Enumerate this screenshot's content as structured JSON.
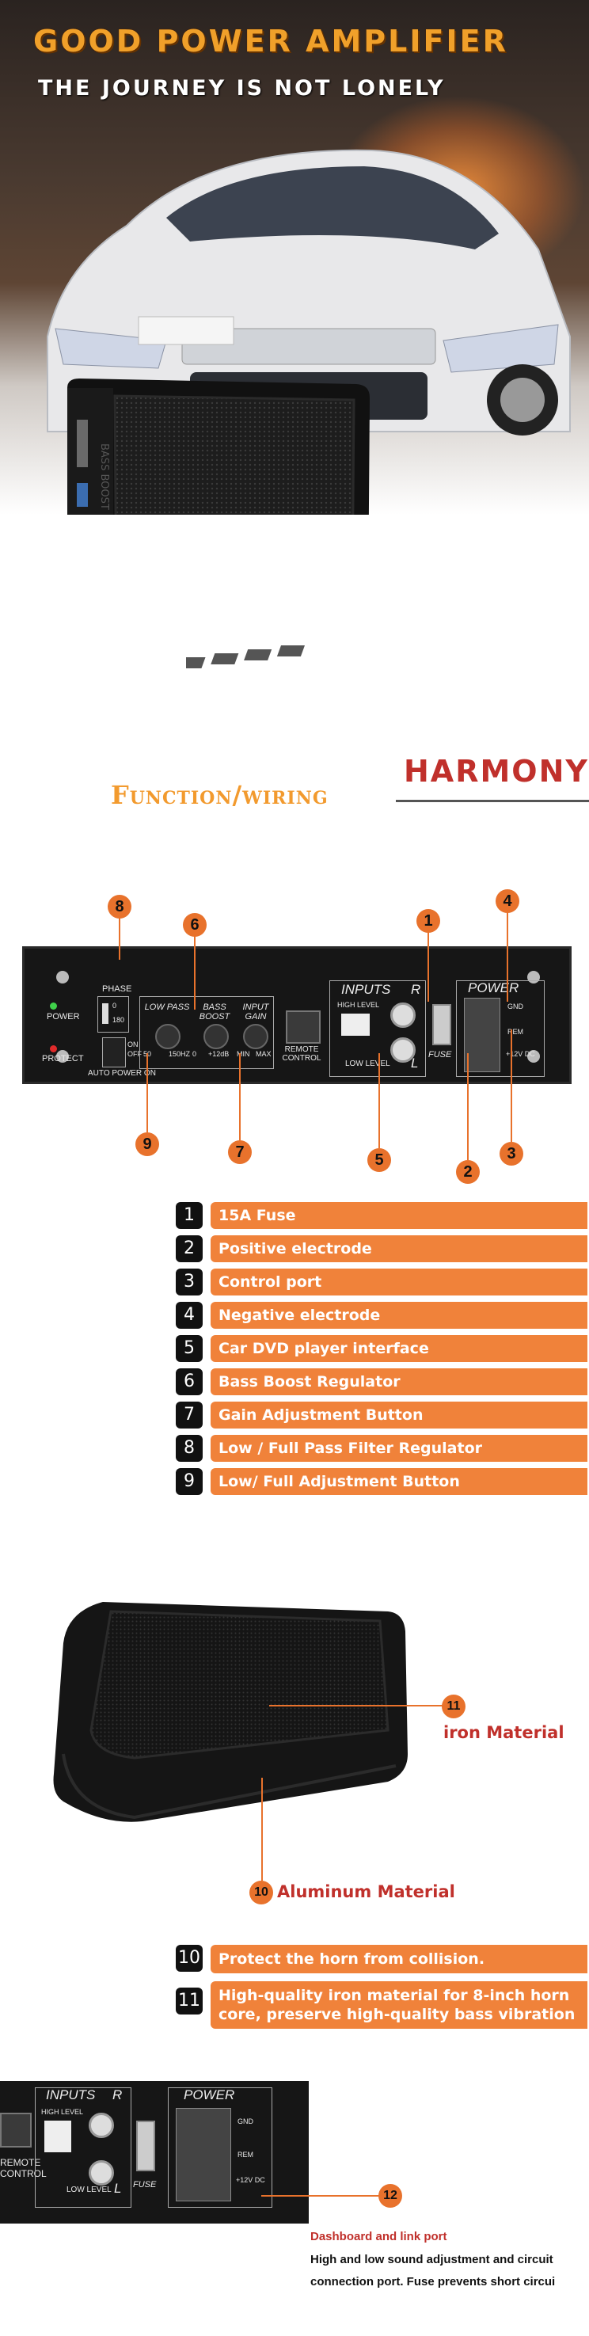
{
  "hero": {
    "title": "GOOD POWER AMPLIFIER",
    "subtitle": "THE JOURNEY IS NOT LONELY",
    "amp_brand_text": "BASS BOOST"
  },
  "section": {
    "title": "Function/wiring",
    "brand": "HARMONY"
  },
  "panel": {
    "phase": "PHASE",
    "phase_vals": [
      "0",
      "180"
    ],
    "power": "POWER",
    "protect": "PROTECT",
    "on": "ON",
    "off": "OFF",
    "auto_power_on": "AUTO POWER ON",
    "low_pass": "LOW PASS",
    "low_pass_vals": [
      "50",
      "150HZ"
    ],
    "bass_boost": "BASS BOOST",
    "bass_boost_vals": [
      "0",
      "+12dB"
    ],
    "input_gain": "INPUT GAIN",
    "input_gain_vals": [
      "MIN",
      "MAX"
    ],
    "remote_control": "REMOTE CONTROL",
    "inputs": "INPUTS",
    "high_level": "HIGH LEVEL",
    "low_level": "LOW LEVEL",
    "r": "R",
    "l": "L",
    "fuse": "FUSE",
    "power_block": "POWER",
    "gnd": "GND",
    "rem": "REM",
    "v12": "+12V DC"
  },
  "callouts": [
    "1",
    "2",
    "3",
    "4",
    "5",
    "6",
    "7",
    "8",
    "9"
  ],
  "features": [
    {
      "num": "1",
      "label": "15A Fuse"
    },
    {
      "num": "2",
      "label": "Positive electrode"
    },
    {
      "num": "3",
      "label": "Control port"
    },
    {
      "num": "4",
      "label": "Negative electrode"
    },
    {
      "num": "5",
      "label": "Car DVD player interface"
    },
    {
      "num": "6",
      "label": "Bass Boost Regulator"
    },
    {
      "num": "7",
      "label": "Gain Adjustment Button"
    },
    {
      "num": "8",
      "label": "Low / Full Pass Filter Regulator"
    },
    {
      "num": "9",
      "label": "Low/ Full Adjustment Button"
    }
  ],
  "materials": {
    "iron_num": "11",
    "iron": "iron Material",
    "alu_num": "10",
    "alu": "Aluminum Material"
  },
  "features2": [
    {
      "num": "10",
      "label": "Protect the horn from collision."
    },
    {
      "num": "11",
      "label": "High-quality iron material for 8-inch horn core, preserve high-quality bass vibration"
    }
  ],
  "detail": {
    "num": "12",
    "inputs": "INPUTS",
    "power": "POWER",
    "high_level": "HIGH LEVEL",
    "low_level": "LOW LEVEL",
    "remote": "REMOTE CONTROL",
    "fuse": "FUSE",
    "gnd": "GND",
    "rem": "REM",
    "v12": "+12V DC",
    "r": "R",
    "l": "L",
    "title": "Dashboard and link port",
    "text": "High and low sound adjustment and circuit connection port. Fuse prevents short circui"
  },
  "colors": {
    "accent": "#f0823a",
    "brand_red": "#c0302b",
    "title_orange": "#f0a02a"
  }
}
